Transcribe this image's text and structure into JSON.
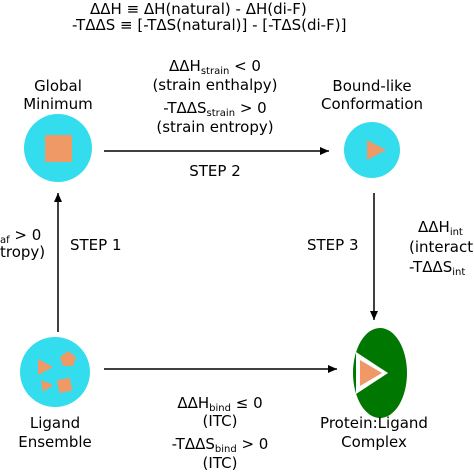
{
  "header": {
    "line1": "ΔΔH ≡ ΔH(natural) - ΔH(di-F)",
    "line2": "-TΔΔS ≡ [-TΔS(natural)] - [-TΔS(di-F)]"
  },
  "nodes": {
    "global_minimum": {
      "line1": "Global",
      "line2": "Minimum"
    },
    "bound_like": {
      "line1": "Bound-like",
      "line2": "Conformation"
    },
    "ligand_ensemble": {
      "line1": "Ligand",
      "line2": "Ensemble"
    },
    "protein_ligand": {
      "line1": "Protein:Ligand",
      "line2": "Complex"
    }
  },
  "step2": {
    "label": "STEP 2",
    "dh_prefix": "ΔΔH",
    "dh_sub": "strain",
    "dh_suffix": " < 0",
    "dh_note": "(strain enthalpy)",
    "ds_prefix": "-TΔΔS",
    "ds_sub": "strain",
    "ds_suffix": " > 0",
    "ds_note": "(strain entropy)"
  },
  "step1": {
    "label": "STEP 1",
    "ds_sub": "af",
    "ds_suffix": " > 0",
    "ds_note": "tropy)"
  },
  "step3": {
    "label": "STEP 3",
    "dh_prefix": "ΔΔH",
    "dh_sub": "int",
    "dh_note": "(interaction",
    "ds_prefix": "-TΔΔS",
    "ds_sub": "int"
  },
  "bind": {
    "dh_prefix": "ΔΔH",
    "dh_sub": "bind",
    "dh_suffix": " ≤ 0",
    "dh_note": "(ITC)",
    "ds_prefix": "-TΔΔS",
    "ds_sub": "bind",
    "ds_suffix": " > 0",
    "ds_note": "(ITC)"
  },
  "colors": {
    "circle": "#33ddee",
    "shape": "#ee9966",
    "protein": "#007700",
    "arrow": "#000000"
  }
}
